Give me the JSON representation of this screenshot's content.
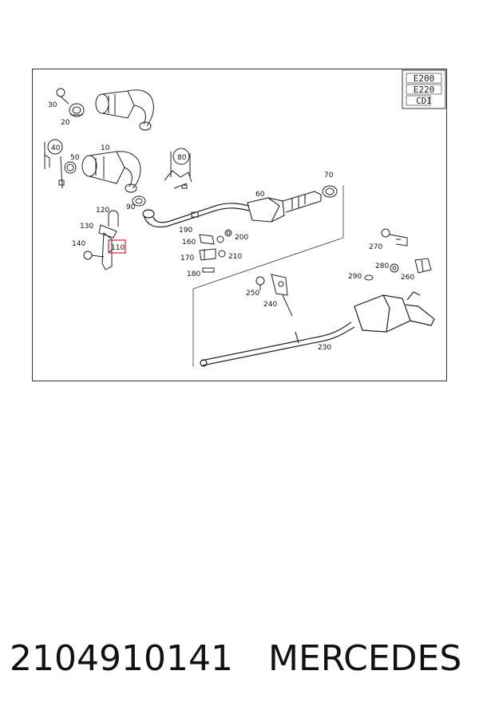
{
  "diagram": {
    "model_badges": [
      "E200",
      "E220",
      "CDI"
    ],
    "callouts": [
      "30",
      "20",
      "40",
      "50",
      "10",
      "80",
      "90",
      "70",
      "60",
      "120",
      "130",
      "140",
      "110",
      "190",
      "160",
      "200",
      "170",
      "210",
      "180",
      "270",
      "280",
      "290",
      "260",
      "250",
      "240",
      "230"
    ],
    "highlighted_callout": "110",
    "highlight_color": "#e0202a",
    "line_color": "#222222"
  },
  "caption": {
    "part_number": "2104910141",
    "brand": "MERCEDES"
  }
}
